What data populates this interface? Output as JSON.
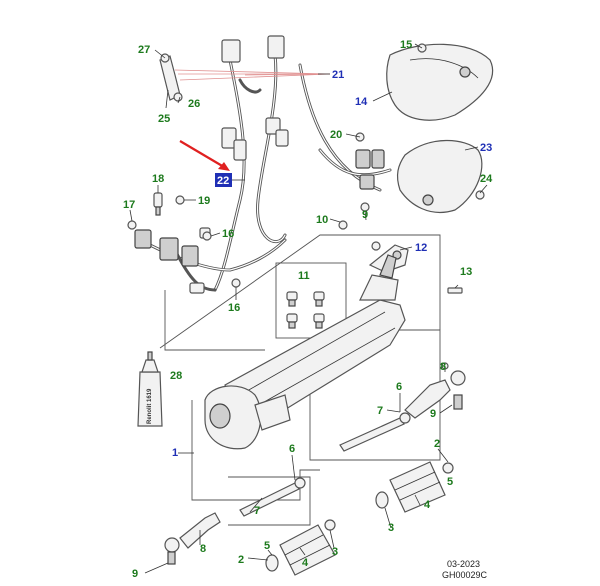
{
  "callouts": [
    {
      "id": "c27",
      "label": "27",
      "color": "green"
    },
    {
      "id": "c26",
      "label": "26",
      "color": "green"
    },
    {
      "id": "c25",
      "label": "25",
      "color": "green"
    },
    {
      "id": "c21",
      "label": "21",
      "color": "blue"
    },
    {
      "id": "c15",
      "label": "15",
      "color": "green"
    },
    {
      "id": "c14",
      "label": "14",
      "color": "blue"
    },
    {
      "id": "c20",
      "label": "20",
      "color": "green"
    },
    {
      "id": "c23",
      "label": "23",
      "color": "blue"
    },
    {
      "id": "c22",
      "label": "22",
      "color": "blue",
      "highlighted": true
    },
    {
      "id": "c18",
      "label": "18",
      "color": "green"
    },
    {
      "id": "c19",
      "label": "19",
      "color": "green"
    },
    {
      "id": "c17",
      "label": "17",
      "color": "green"
    },
    {
      "id": "c16a",
      "label": "16",
      "color": "green"
    },
    {
      "id": "c16b",
      "label": "16",
      "color": "green"
    },
    {
      "id": "c24",
      "label": "24",
      "color": "green"
    },
    {
      "id": "c10",
      "label": "10",
      "color": "green"
    },
    {
      "id": "c9a",
      "label": "9",
      "color": "green"
    },
    {
      "id": "c12",
      "label": "12",
      "color": "blue"
    },
    {
      "id": "c13",
      "label": "13",
      "color": "green"
    },
    {
      "id": "c11",
      "label": "11",
      "color": "green"
    },
    {
      "id": "c28",
      "label": "28",
      "color": "green"
    },
    {
      "id": "c8a",
      "label": "8",
      "color": "green"
    },
    {
      "id": "c6a",
      "label": "6",
      "color": "green"
    },
    {
      "id": "c7a",
      "label": "7",
      "color": "green"
    },
    {
      "id": "c9b",
      "label": "9",
      "color": "green"
    },
    {
      "id": "c1",
      "label": "1",
      "color": "blue"
    },
    {
      "id": "c6b",
      "label": "6",
      "color": "green"
    },
    {
      "id": "c2a",
      "label": "2",
      "color": "green"
    },
    {
      "id": "c5a",
      "label": "5",
      "color": "green"
    },
    {
      "id": "c7b",
      "label": "7",
      "color": "green"
    },
    {
      "id": "c4a",
      "label": "4",
      "color": "green"
    },
    {
      "id": "c3a",
      "label": "3",
      "color": "green"
    },
    {
      "id": "c8b",
      "label": "8",
      "color": "green"
    },
    {
      "id": "c2b",
      "label": "2",
      "color": "green"
    },
    {
      "id": "c5b",
      "label": "5",
      "color": "green"
    },
    {
      "id": "c4b",
      "label": "4",
      "color": "green"
    },
    {
      "id": "c3b",
      "label": "3",
      "color": "green"
    },
    {
      "id": "c9c",
      "label": "9",
      "color": "green"
    }
  ],
  "sealant_label": "Renolit 1619",
  "footer": {
    "date": "03-2023",
    "code": "GH00029C"
  },
  "colors": {
    "green": "#1d7a1d",
    "blue": "#1f2fb5",
    "arrow": "#e02020",
    "highlight": "#1f2fb5"
  }
}
